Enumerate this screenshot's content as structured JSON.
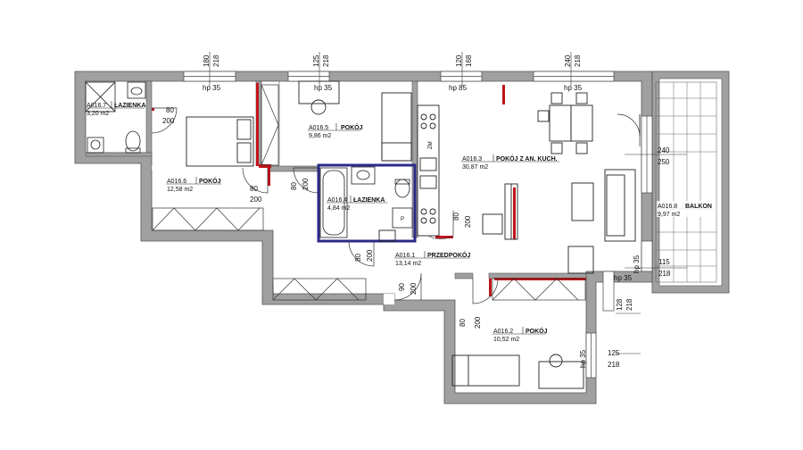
{
  "rooms": [
    {
      "code": "A016.7",
      "name": "ŁAZIENKA",
      "area": "3,20 m2"
    },
    {
      "code": "A016.5",
      "name": "POKÓJ",
      "area": "9,86 m2"
    },
    {
      "code": "A016.3",
      "name": "POKÓJ Z AN. KUCH.",
      "area": "30,87 m2"
    },
    {
      "code": "A016.6",
      "name": "POKÓJ",
      "area": "12,58 m2"
    },
    {
      "code": "A016.4",
      "name": "ŁAZIENKA",
      "area": "4,84 m2"
    },
    {
      "code": "A016.1",
      "name": "PRZEDPOKÓJ",
      "area": "13,14 m2"
    },
    {
      "code": "A016.8",
      "name": "BALKON",
      "area": "9,97 m2"
    },
    {
      "code": "A016.2",
      "name": "POKÓJ",
      "area": "10,52 m2"
    }
  ],
  "window_marks": [
    {
      "w": "180",
      "h": "218",
      "hp": "hp 35"
    },
    {
      "w": "125",
      "h": "218",
      "hp": "hp 35"
    },
    {
      "w": "120",
      "h": "168",
      "hp": "hp 85"
    },
    {
      "w": "240",
      "h": "218",
      "hp": "hp 35"
    },
    {
      "w": "128",
      "h": "218",
      "hp": "hp 35"
    },
    {
      "w": "125",
      "h": "218",
      "hp": "hp 35"
    }
  ],
  "door_marks": [
    {
      "w": "80",
      "h": "200"
    },
    {
      "w": "80",
      "h": "200"
    },
    {
      "w": "80",
      "h": "200"
    },
    {
      "w": "80",
      "h": "200"
    },
    {
      "w": "90",
      "h": "200"
    },
    {
      "w": "80",
      "h": "200"
    },
    {
      "w": "80",
      "h": "200"
    }
  ],
  "balcony_door": {
    "w": "240",
    "h": "250"
  },
  "balcony_mark": {
    "w": "115",
    "h": "218"
  },
  "appliance_labels": [
    "ZM",
    "P"
  ],
  "colors": {
    "wall": "#9b9b9b",
    "wall_outline": "#555555",
    "partition_new": "#c0131a",
    "bath_outline": "#2a2a8a",
    "furniture": "#333333"
  }
}
